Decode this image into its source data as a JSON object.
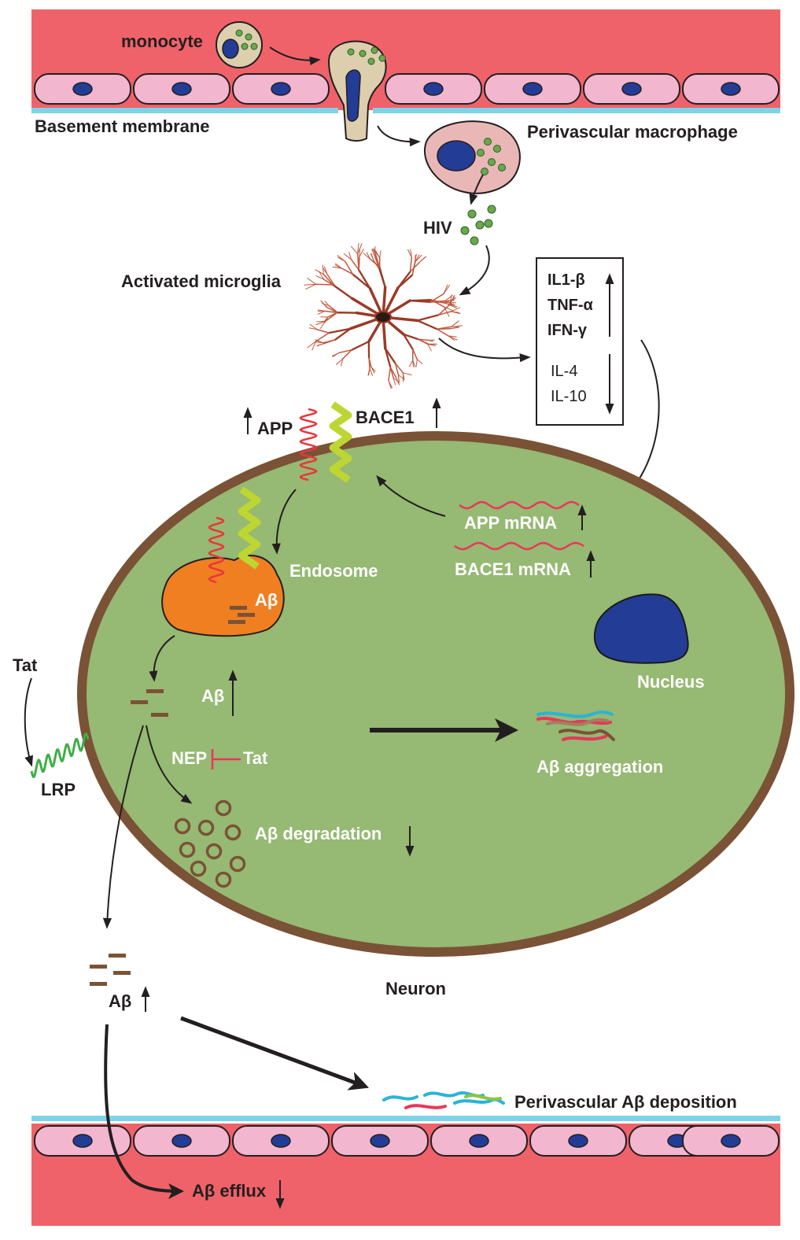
{
  "labels": {
    "monocyte": "monocyte",
    "basement_membrane": "Basement membrane",
    "perivascular_macrophage": "Perivascular macrophage",
    "hiv": "HIV",
    "activated_microglia": "Activated microglia",
    "app": "APP",
    "bace1": "BACE1",
    "app_mrna": "APP mRNA",
    "bace1_mrna": "BACE1 mRNA",
    "endosome": "Endosome",
    "abeta_endosome": "Aβ",
    "abeta_cytosol": "Aβ",
    "nep": "NEP",
    "tat_inhibitor": "Tat",
    "tat_extracellular": "Tat",
    "lrp": "LRP",
    "abeta_degradation": "Aβ degradation",
    "abeta_aggregation": "Aβ aggregation",
    "nucleus": "Nucleus",
    "neuron": "Neuron",
    "abeta_extracellular": "Aβ",
    "perivascular_deposition": "Perivascular Aβ deposition",
    "abeta_efflux": "Aβ efflux"
  },
  "cytokines": {
    "up": [
      "IL1-β",
      "TNF-α",
      "IFN-γ"
    ],
    "down": [
      "IL-4",
      "IL-10"
    ]
  },
  "colors": {
    "blood": "#f0626a",
    "endothelial_cell": "#f2b6cf",
    "basement_membrane": "#7ed3e8",
    "nucleus": "#233c96",
    "neuron": "#96b973",
    "neuron_border": "#7a5236",
    "endosome": "#f07f22",
    "monocyte": "#ddcfae",
    "macrophage": "#eab7b7",
    "virus": "#6aa84f",
    "abeta": "#7a5236",
    "app_helix": "#e8373b",
    "bace1_helix": "#bdd632",
    "lrp_helix": "#3fae49",
    "mrna": "#e8375a",
    "microglia": "#b0442e"
  }
}
